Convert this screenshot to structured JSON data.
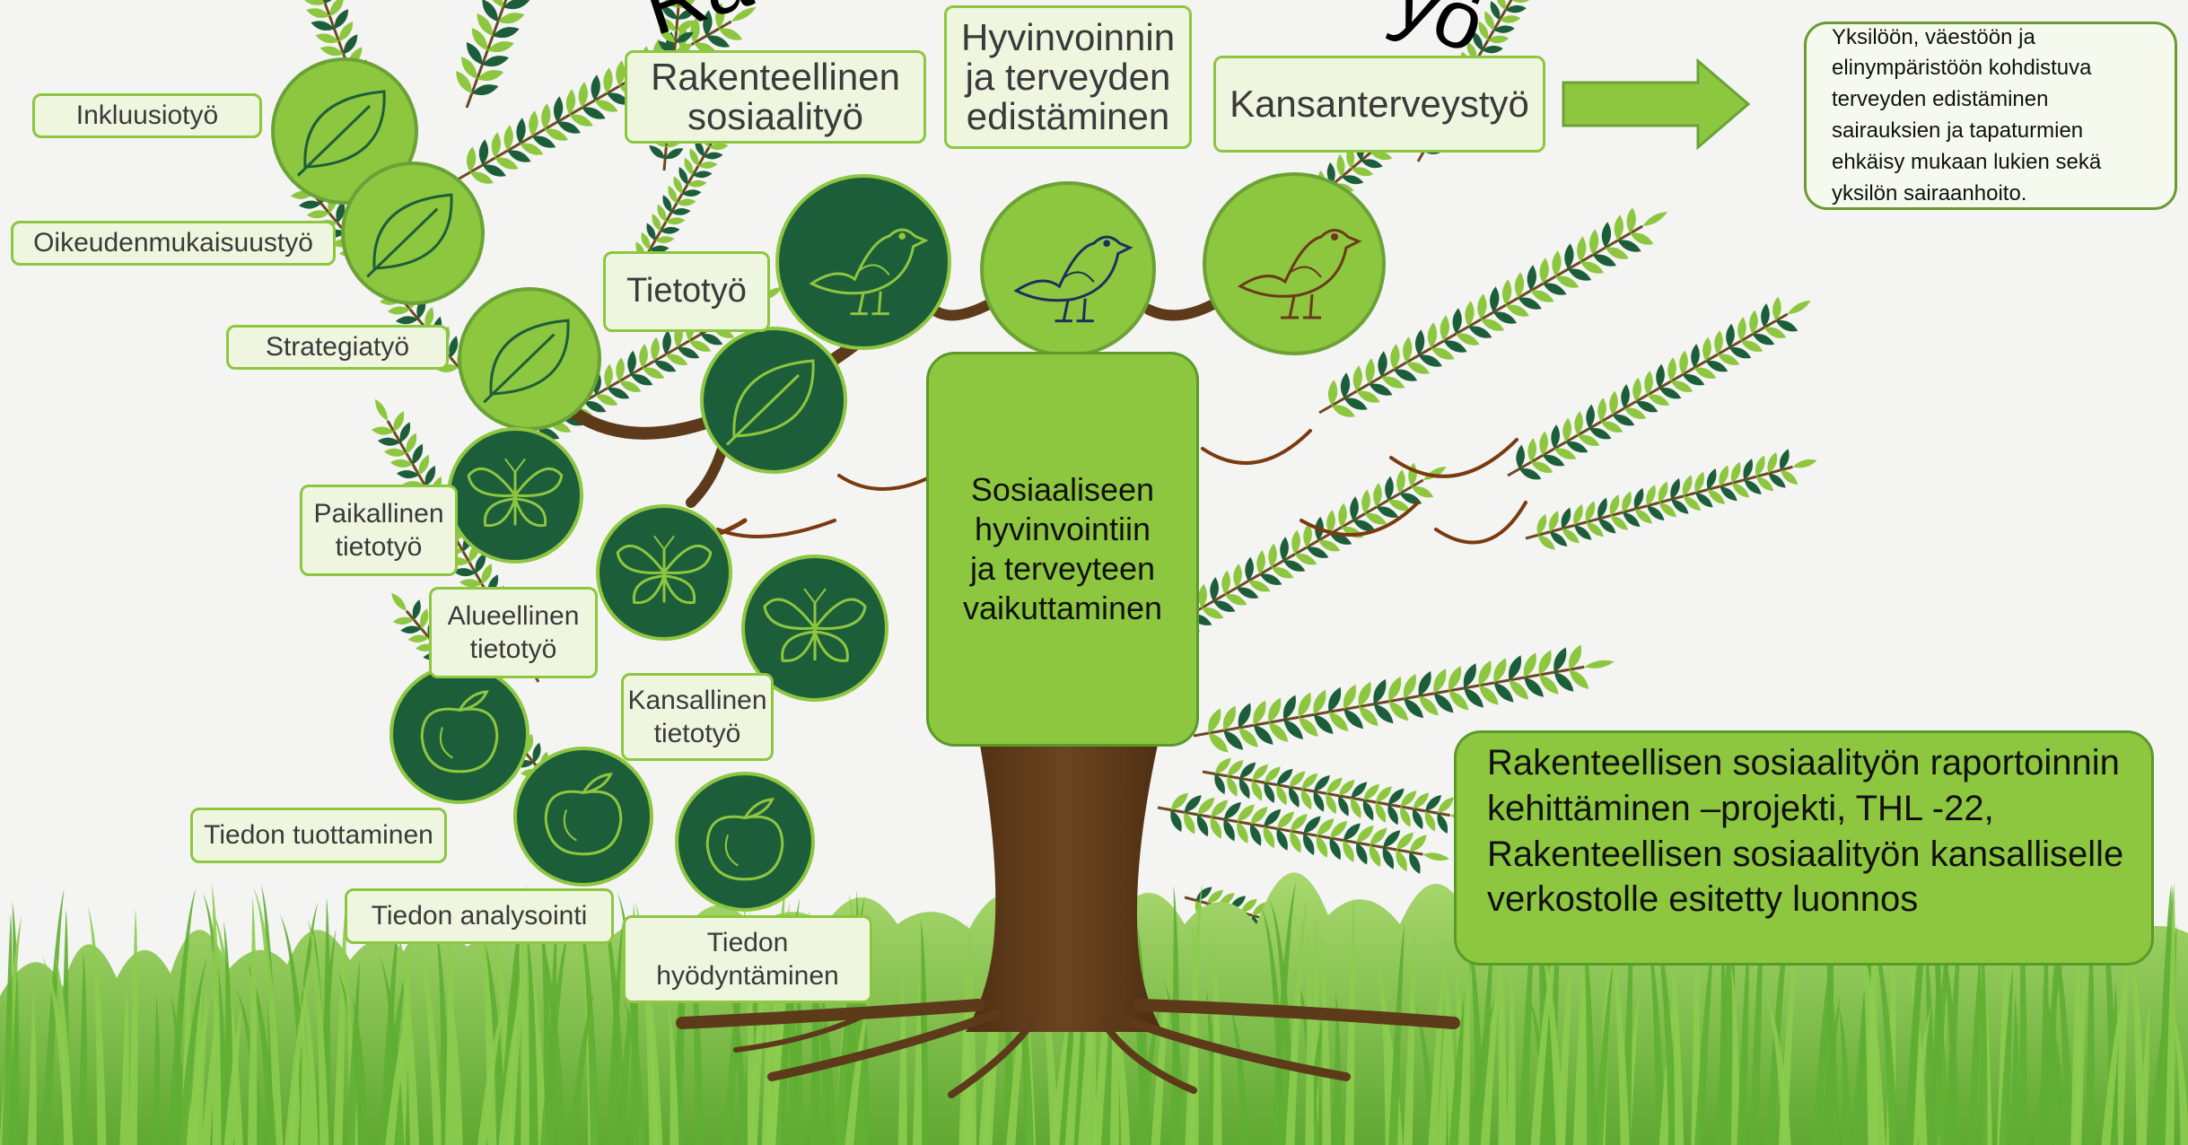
{
  "labels": {
    "inkluusio": "Inkluusiotyö",
    "oikeudenmukaisuus": "Oikeudenmukaisuustyö",
    "strategia": "Strategiatyö",
    "tietotyo": "Tietotyö",
    "paikallinen": "Paikallinen\ntietotyö",
    "alueellinen": "Alueellinen\ntietotyö",
    "kansallinen": "Kansallinen\ntietotyö",
    "tuottaminen": "Tiedon tuottaminen",
    "analysointi": "Tiedon analysointi",
    "hyodyntaminen": "Tiedon\nhyödyntäminen",
    "rakenteellinen": "Rakenteellinen\nsosiaalityö",
    "hyvinvointi": "Hyvinvoinnin\nja terveyden\nedistäminen",
    "kansanterveys": "Kansanterveystyö"
  },
  "center_text": "Sosiaaliseen\nhyvinvointiin\nja terveyteen\nvaikuttaminen",
  "note_text": "Yksilöön, väestöön ja elinympäristöön kohdistuva terveyden edistäminen sairauksien ja tapaturmien ehkäisy mukaan lukien sekä yksilön sairaanhoito.",
  "project_text": "Rakenteellisen sosiaalityön raportoinnin kehittäminen –projekti, THL -22, Rakenteellisen sosiaalityön kansalliselle verkostolle esitetty luonnos",
  "icons": [
    {
      "name": "leaf-icon",
      "style": "light"
    },
    {
      "name": "leaf-icon",
      "style": "light"
    },
    {
      "name": "leaf-icon",
      "style": "light"
    },
    {
      "name": "leaf-icon",
      "style": "dark"
    },
    {
      "name": "butterfly-icon",
      "style": "dark"
    },
    {
      "name": "butterfly-icon",
      "style": "dark"
    },
    {
      "name": "butterfly-icon",
      "style": "dark"
    },
    {
      "name": "peach-icon",
      "style": "dark"
    },
    {
      "name": "peach-icon",
      "style": "dark"
    },
    {
      "name": "peach-icon",
      "style": "dark"
    },
    {
      "name": "bird-icon",
      "style": "dark"
    },
    {
      "name": "bird-icon",
      "style": "light"
    },
    {
      "name": "bird-icon",
      "style": "light-brown"
    }
  ],
  "colors": {
    "label_border": "#8dc63f",
    "label_fill": "#eef6df",
    "leaf_light": "#8dc63f",
    "leaf_dark": "#1d5e3a",
    "trunk": "#5c3a1a",
    "grass": "#7cc243",
    "arrow": "#8dc63f"
  }
}
